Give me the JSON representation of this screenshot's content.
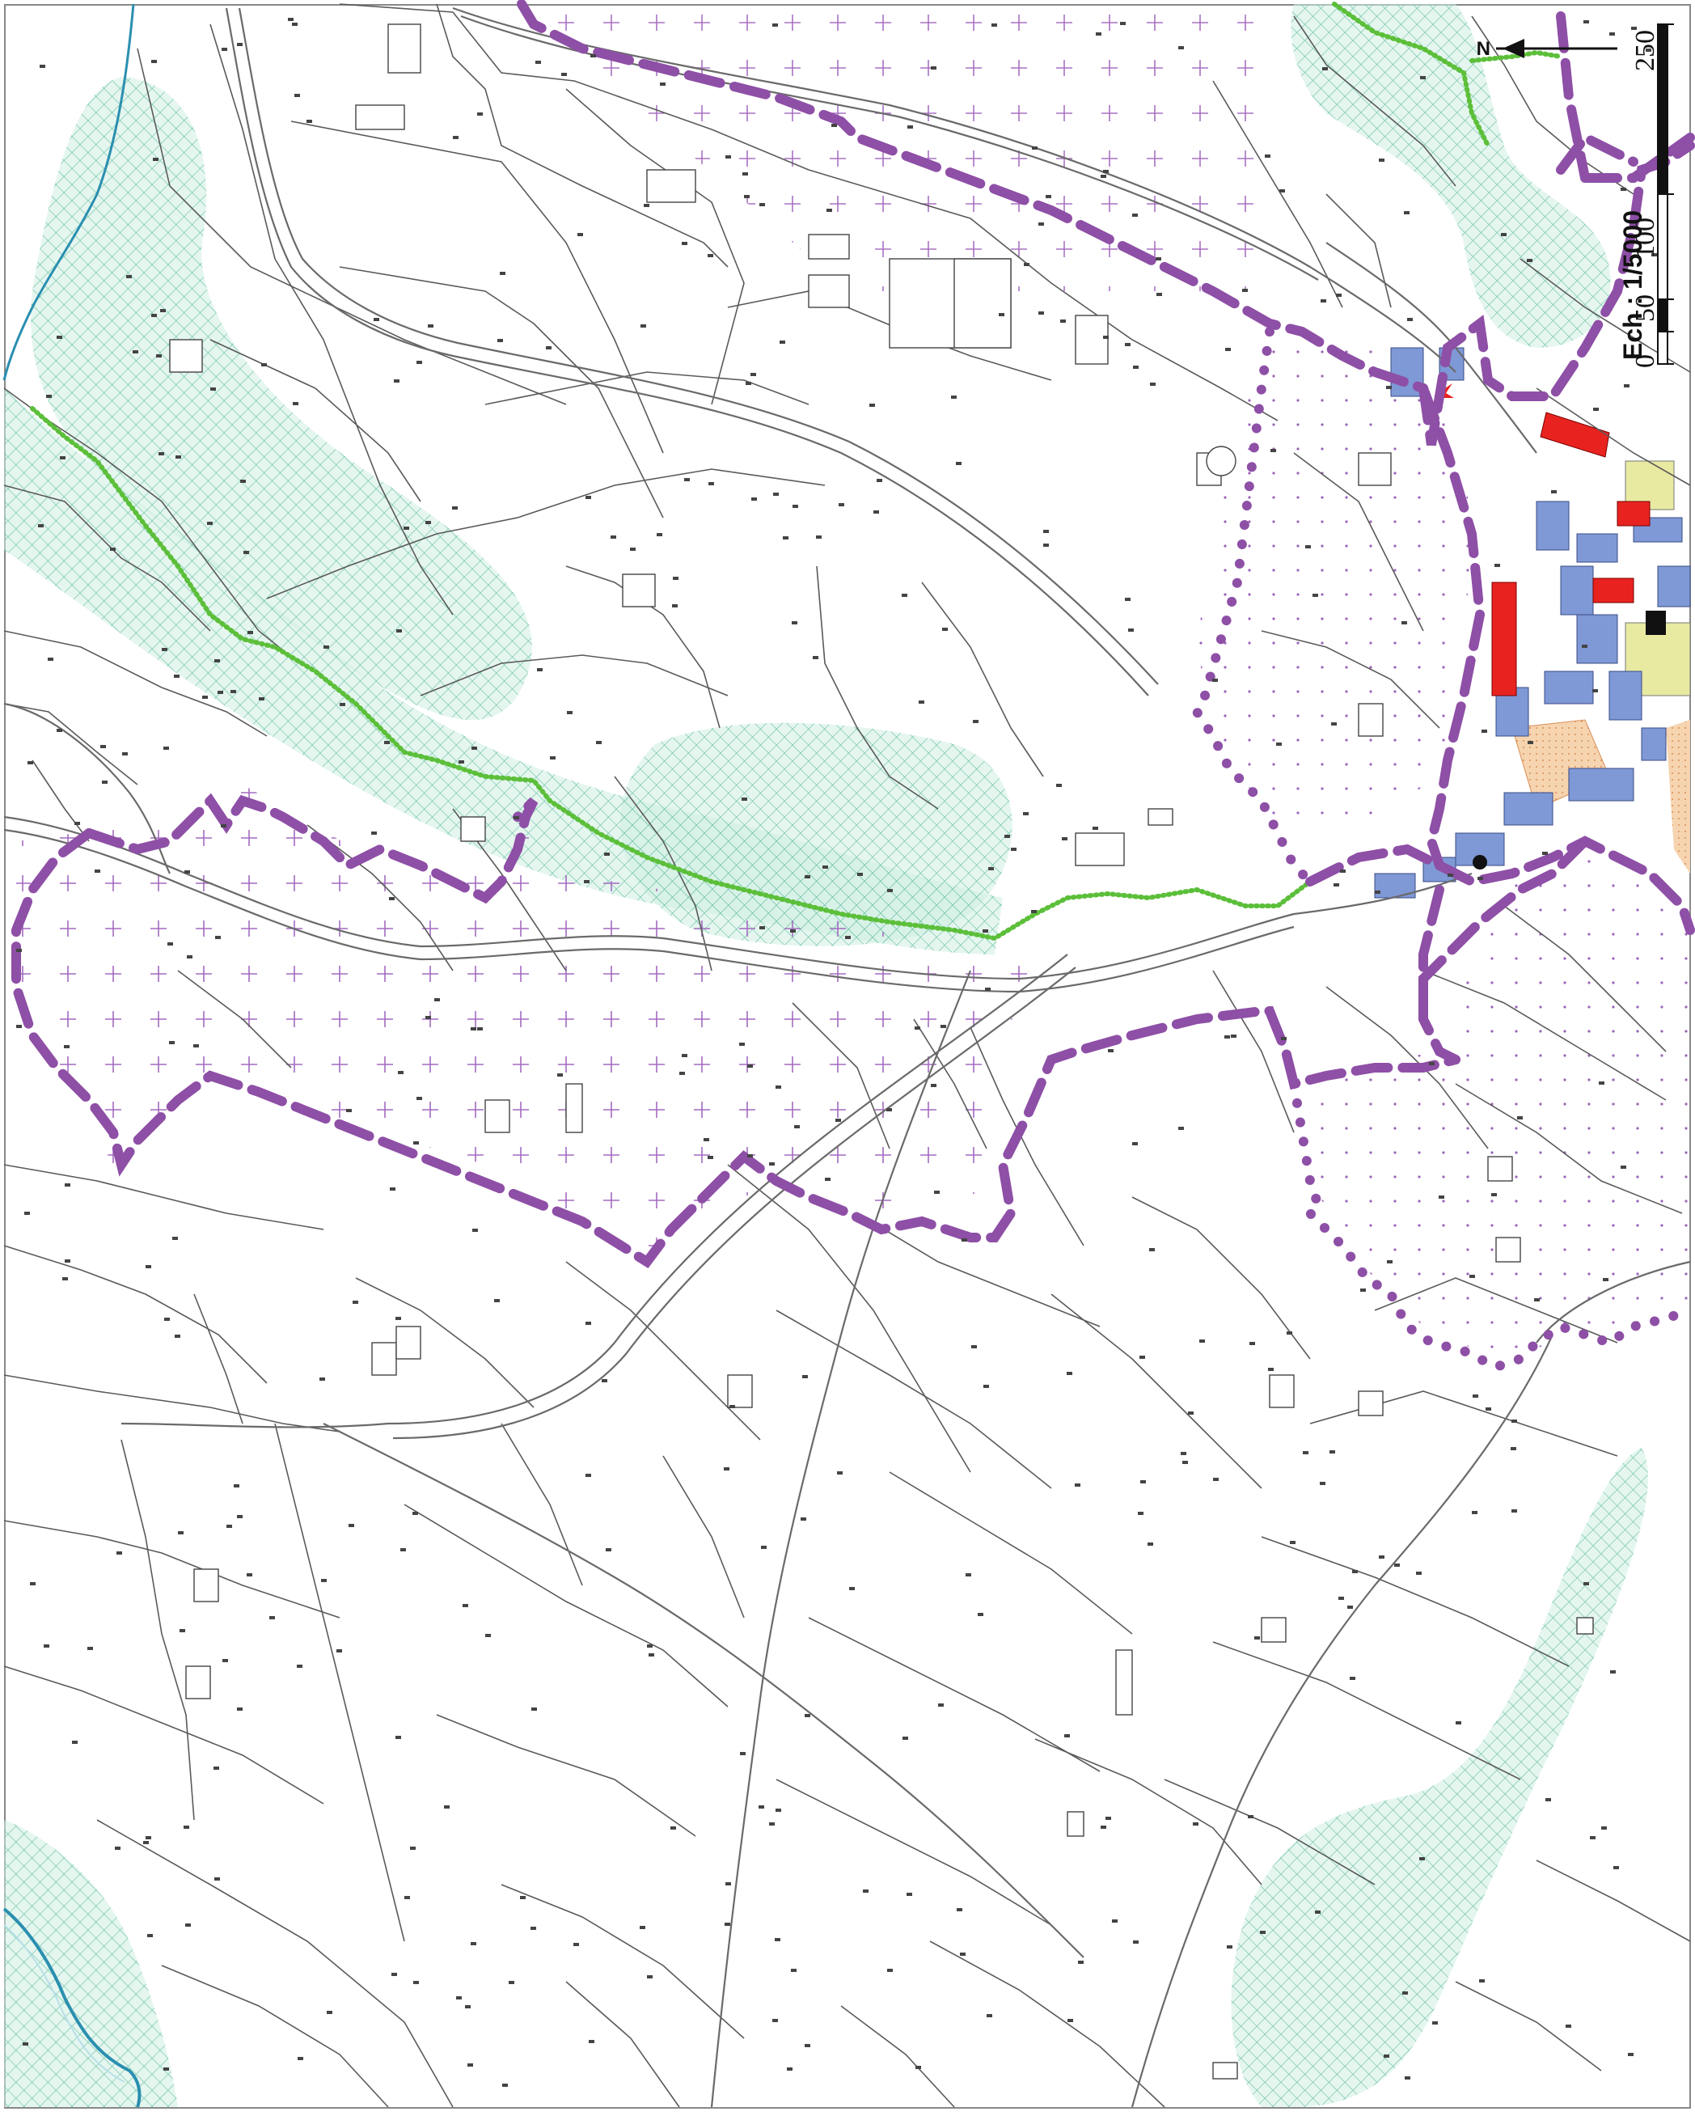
{
  "map": {
    "scale_label": "Ech : 1/5000",
    "north_label": "N",
    "scale_ticks": [
      "0",
      "50",
      "100",
      "250"
    ],
    "colors": {
      "paper": "#ffffff",
      "parcel_line": "#5a5a5a",
      "boundary_purple": "#8e4fa6",
      "green_path": "#5cbf3a",
      "hatch_zone": "#9fd6c4",
      "river": "#2a8fb0",
      "building_blue": "#7f98d6",
      "building_red": "#e8231f",
      "yellow_zone": "#e8eaa2",
      "orange_zone": "#f3c79a",
      "black_building": "#111111"
    },
    "icons": [
      "north-arrow-icon",
      "scale-bar-icon",
      "cross-symbol-icon",
      "dot-symbol-icon"
    ]
  }
}
